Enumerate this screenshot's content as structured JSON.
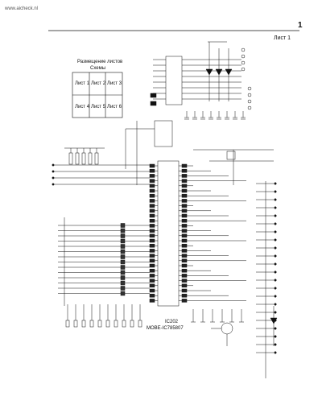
{
  "watermark": "www.aicheck.nl",
  "page_number": "1",
  "sheet_label": "Лист 1",
  "layout_title_line1": "Размещение листов",
  "layout_title_line2": "Схемы",
  "layout_sheets": [
    "Лист 1",
    "Лист 2",
    "Лист 3",
    "Лист 4",
    "Лист 5",
    "Лист 6"
  ],
  "ic_label_line1": "IC202",
  "ic_label_line2": "MOBE-IC785807",
  "colors": {
    "ink": "#111111",
    "paper": "#ffffff"
  }
}
